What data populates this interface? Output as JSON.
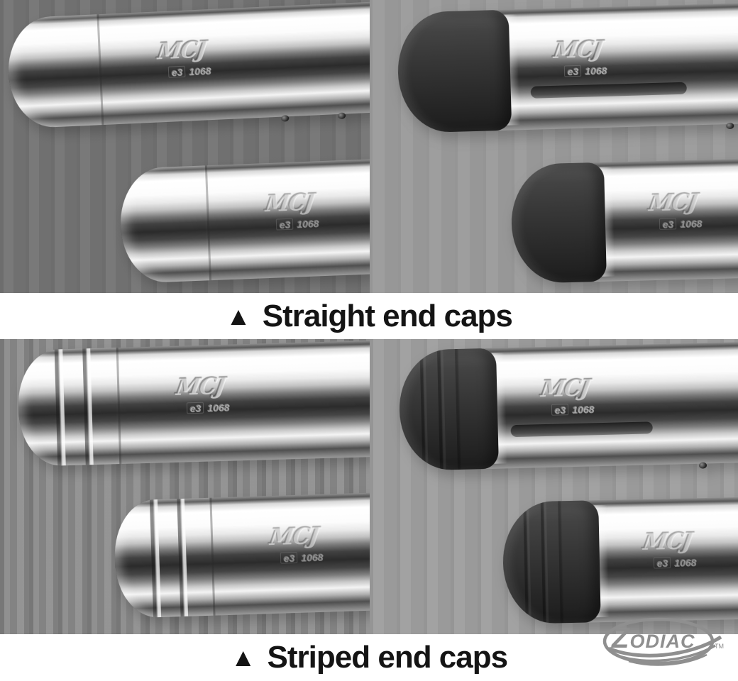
{
  "captions": {
    "straight": {
      "marker": "▲",
      "text": "Straight end caps"
    },
    "striped": {
      "marker": "▲",
      "text": "Striped end caps"
    }
  },
  "engraving": {
    "logo": "MCJ",
    "cert": "e3",
    "number": "1068"
  },
  "brand": {
    "name": "ZODIAC",
    "initial": "Z",
    "rest": "ODIAC",
    "trademark": "TM"
  },
  "colors": {
    "panel_top_left_bg": "#747474",
    "panel_top_right_bg": "#9a9a9a",
    "panel_bottom_left_bg": "#8a8a8a",
    "panel_bottom_right_bg": "#9d9d9d",
    "black_cap": "#333333",
    "caption_text": "#141414",
    "caption_band_bg": "#ffffff",
    "logo_gray": "#8f8f8f"
  }
}
